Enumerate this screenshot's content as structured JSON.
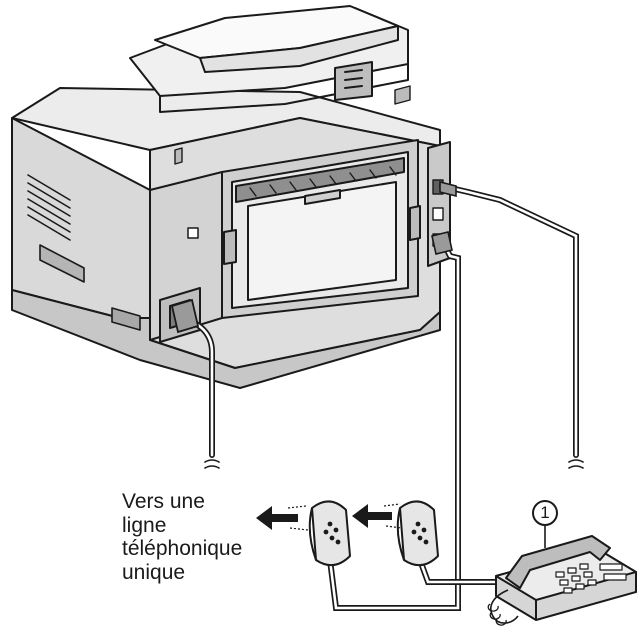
{
  "caption": {
    "line1": "Vers une",
    "line2": "ligne",
    "line3": "téléphonique",
    "line4": "unique"
  },
  "callout": {
    "number": "1"
  },
  "icons": [
    "fax-machine-icon",
    "power-cord-icon",
    "telephone-line-cord-icon",
    "dsl-filter-icon",
    "telephone-handset-icon",
    "arrow-left-icon"
  ],
  "colors": {
    "line": "#1a1a1a",
    "fill_light": "#e6e6e6",
    "fill_mid": "#cfcfcf",
    "fill_dark": "#9a9a9a"
  }
}
